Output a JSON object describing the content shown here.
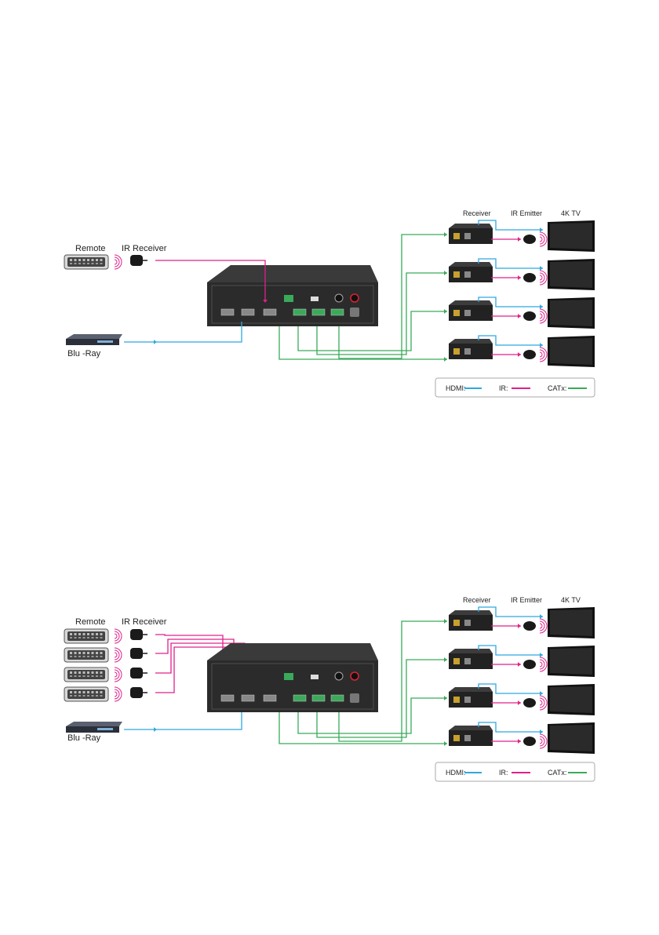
{
  "colors": {
    "hdmi": "#2ea8e0",
    "ir": "#e0208a",
    "catx": "#3aaa5a",
    "device_dark": "#2b2b2b",
    "tv_frame": "#111111",
    "legend_border": "#aaaaaa"
  },
  "diagrams": [
    {
      "id": "single-ir",
      "labels": {
        "remote": "Remote",
        "ir_receiver": "IR Receiver",
        "source": "Blu -Ray",
        "receiver": "Receiver",
        "ir_emitter": "IR Emitter",
        "display": "4K TV"
      },
      "legend": {
        "hdmi": "HDMI:",
        "ir": "IR:",
        "catx": "CATx:"
      }
    },
    {
      "id": "multi-ir",
      "labels": {
        "remote": "Remote",
        "ir_receiver": "IR Receiver",
        "source": "Blu -Ray",
        "receiver": "Receiver",
        "ir_emitter": "IR Emitter",
        "display": "4K TV"
      },
      "legend": {
        "hdmi": "HDMI:",
        "ir": "IR:",
        "catx": "CATx:"
      }
    }
  ],
  "icons": {
    "remote": "remote-control-icon",
    "ir_receiver": "ir-receiver-icon",
    "bluray": "bluray-player-icon",
    "matrix": "hdbaset-switcher-icon",
    "receiver": "receiver-box-icon",
    "ir_emitter": "ir-emitter-icon",
    "tv": "tv-display-icon",
    "ir_waves": "ir-wave-icon"
  }
}
